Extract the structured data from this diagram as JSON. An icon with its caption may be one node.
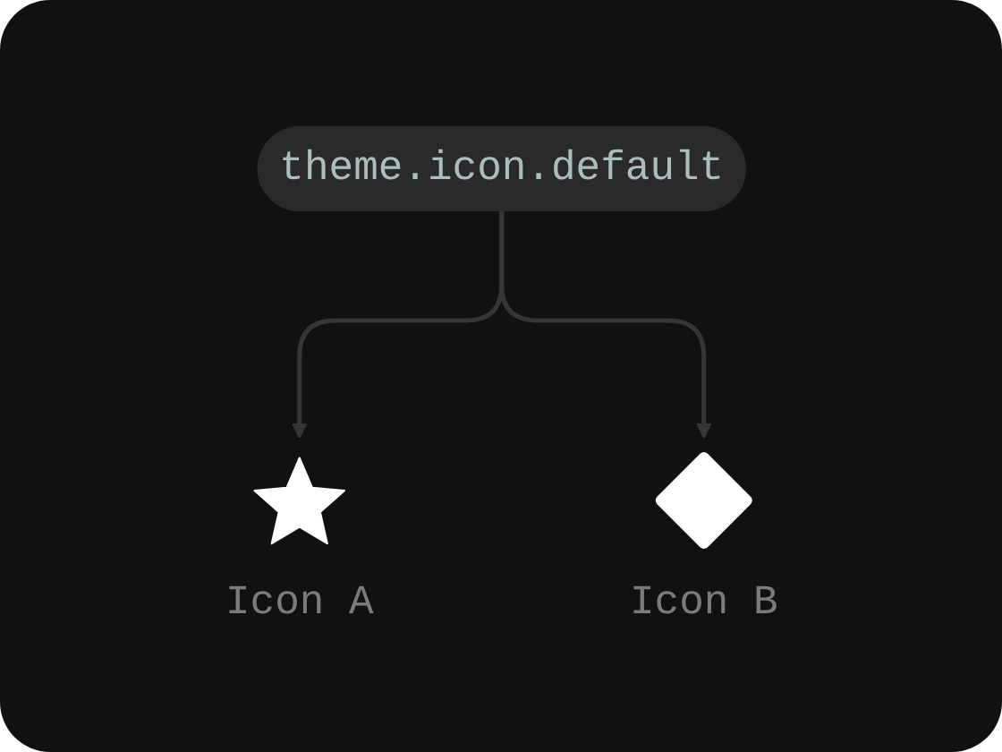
{
  "diagram": {
    "nodes": [
      {
        "text": [
          "theme.icon.default"
        ]
      },
      {
        "text": [],
        "shape": "star",
        "beside": [
          "Icon A"
        ]
      },
      {
        "text": [],
        "shape": "diamond",
        "beside": [
          "Icon B"
        ]
      }
    ],
    "edges": [
      {
        "from": 0,
        "to": 1,
        "arrow": "to"
      },
      {
        "from": 0,
        "to": 2,
        "arrow": "to"
      }
    ]
  }
}
